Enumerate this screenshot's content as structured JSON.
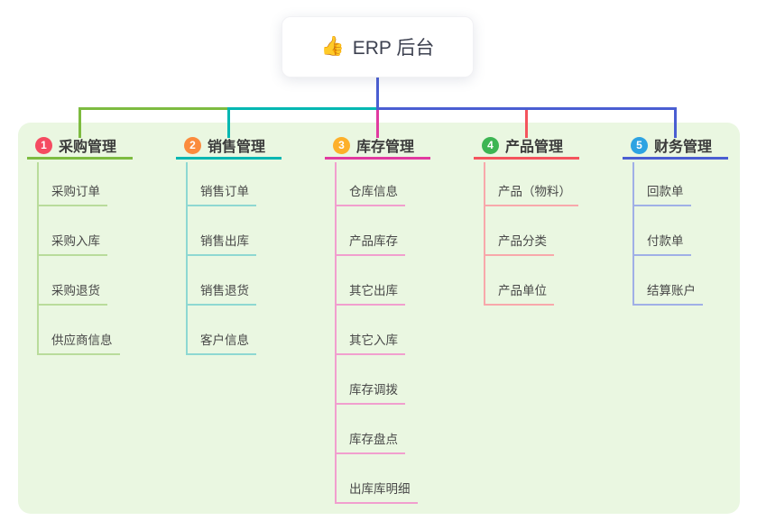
{
  "root": {
    "icon": "👍",
    "label": "ERP 后台",
    "line_color": "#4a5ed2"
  },
  "panel": {
    "background_color": "#eaf7e1"
  },
  "branches": [
    {
      "badge": "1",
      "badge_color": "#f54b61",
      "label": "采购管理",
      "line_color": "#7dbb40",
      "light_line_color": "#b9dc9b",
      "children": [
        "采购订单",
        "采购入库",
        "采购退货",
        "供应商信息"
      ]
    },
    {
      "badge": "2",
      "badge_color": "#fb8b3d",
      "label": "销售管理",
      "line_color": "#00b7b2",
      "light_line_color": "#8ed8d2",
      "children": [
        "销售订单",
        "销售出库",
        "销售退货",
        "客户信息"
      ]
    },
    {
      "badge": "3",
      "badge_color": "#fdb02a",
      "label": "库存管理",
      "line_color": "#e13aa0",
      "light_line_color": "#f19fce",
      "children": [
        "仓库信息",
        "产品库存",
        "其它出库",
        "其它入库",
        "库存调拨",
        "库存盘点",
        "出库库明细"
      ]
    },
    {
      "badge": "4",
      "badge_color": "#3db553",
      "label": "产品管理",
      "line_color": "#f4545d",
      "light_line_color": "#f8a8ab",
      "children": [
        "产品（物料）",
        "产品分类",
        "产品单位"
      ]
    },
    {
      "badge": "5",
      "badge_color": "#2da3e2",
      "label": "财务管理",
      "line_color": "#4a5ed2",
      "light_line_color": "#a0b0e6",
      "children": [
        "回款单",
        "付款单",
        "结算账户"
      ]
    }
  ]
}
